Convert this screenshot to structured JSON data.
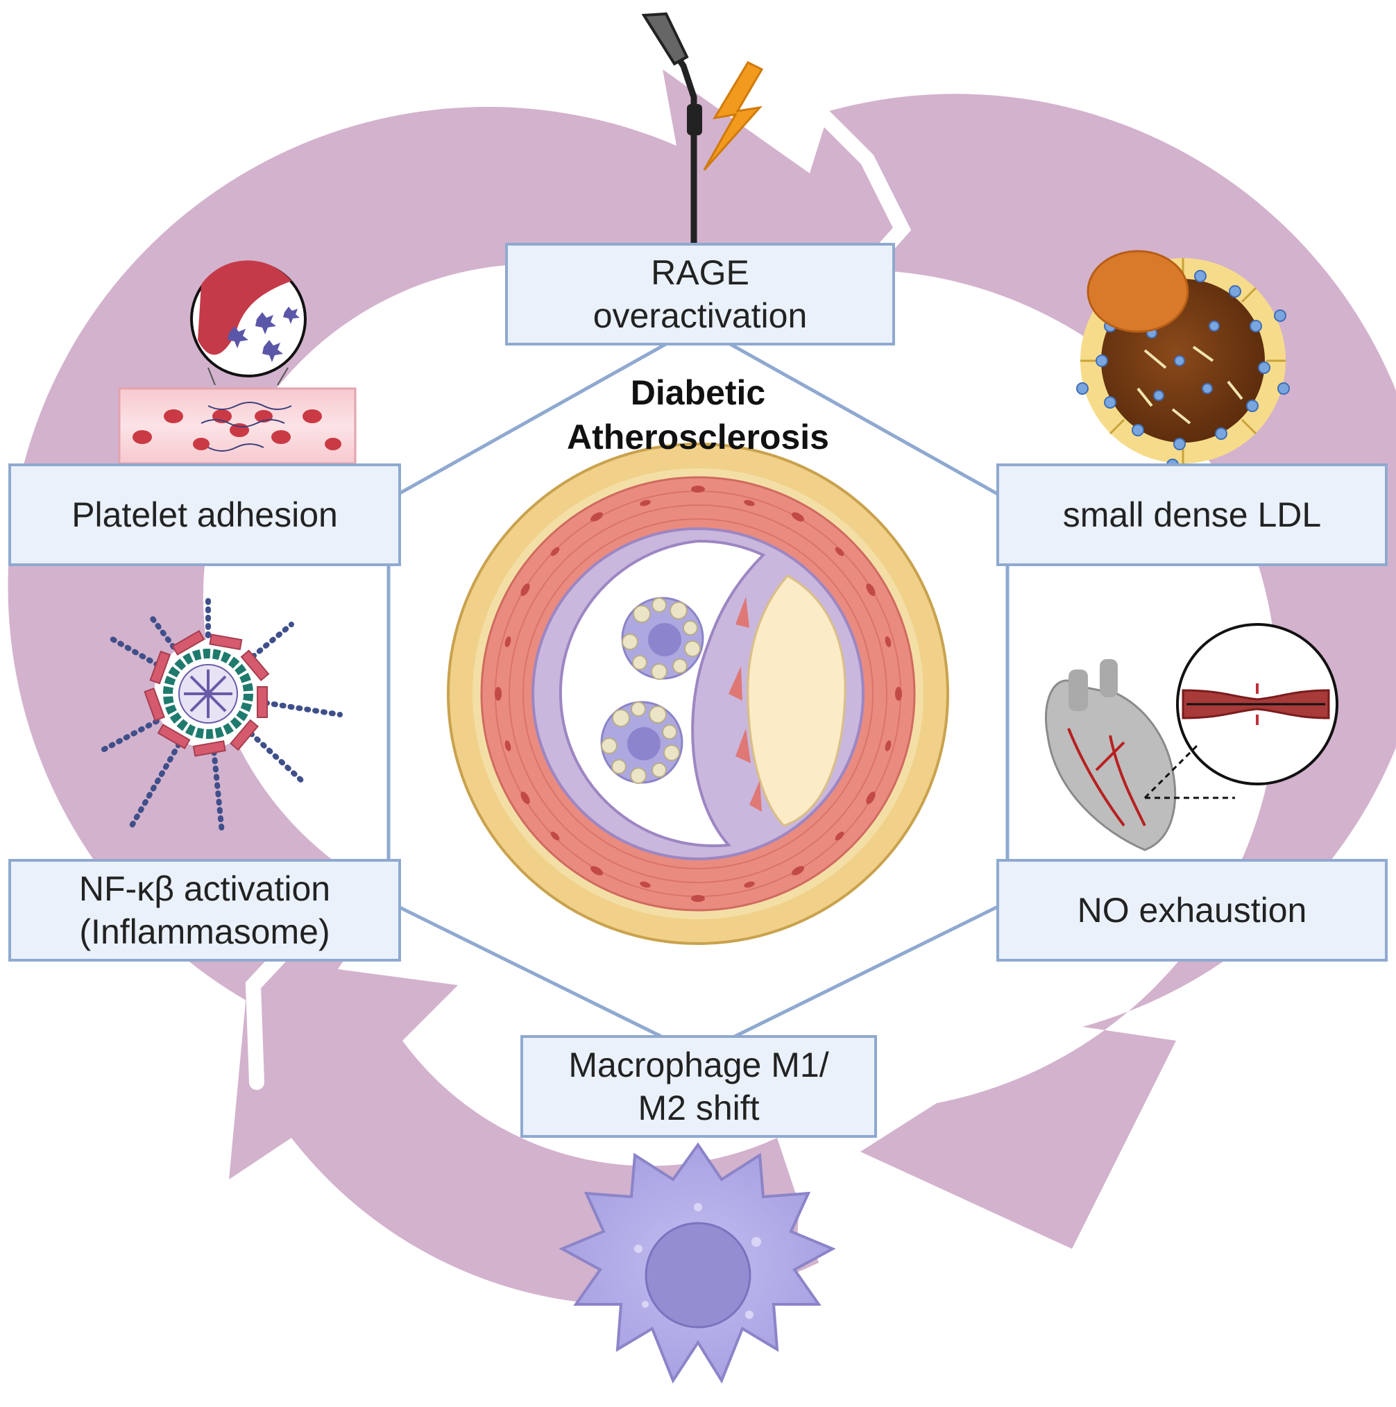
{
  "title": [
    "Diabetic",
    "Atherosclerosis"
  ],
  "nodes": [
    {
      "id": "rage",
      "lines": [
        "RAGE",
        "overactivation"
      ],
      "icon": "receptor-lightning-icon"
    },
    {
      "id": "ldl",
      "lines": [
        "small dense LDL"
      ],
      "icon": "ldl-particle-icon"
    },
    {
      "id": "no",
      "lines": [
        "NO exhaustion"
      ],
      "icon": "heart-stenosis-icon"
    },
    {
      "id": "macrophage",
      "lines": [
        "Macrophage M1/",
        "M2 shift"
      ],
      "icon": "macrophage-cell-icon"
    },
    {
      "id": "nfkb",
      "lines": [
        "NF-κβ activation",
        "(Inflammasome)"
      ],
      "icon": "inflammasome-icon"
    },
    {
      "id": "platelet",
      "lines": [
        "Platelet adhesion"
      ],
      "icon": "platelet-vessel-icon"
    }
  ],
  "colors": {
    "cycle_arrow": "#d3b2cd",
    "box_fill": "#eaf1fb",
    "box_border": "#8fa9d0",
    "artery_adventitia": "#f1d089",
    "artery_media": "#ea8b80",
    "artery_intima": "#c9b7dd",
    "plaque": "#fcebc7",
    "macrophage": "#aea8e0",
    "lightning": "#f29a1d"
  }
}
